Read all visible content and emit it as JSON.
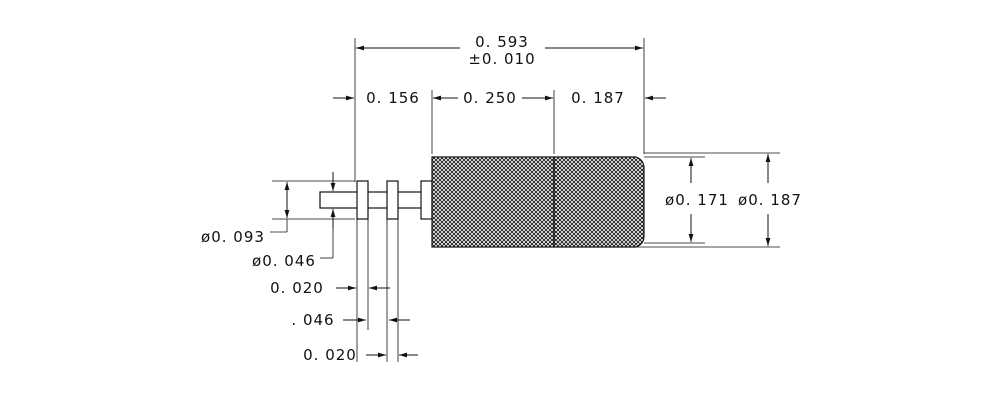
{
  "drawing": {
    "overall_length": "0. 593",
    "overall_tolerance": "±0. 010",
    "dim_a": "0. 156",
    "dim_b": "0. 250",
    "dim_c": "0. 187",
    "dia_inner_body": "ø0. 171",
    "dia_outer_body": "ø0. 187",
    "dia_flange": "ø0. 093",
    "dia_pin": "ø0. 046",
    "flange_thickness_1": "0. 020",
    "flange_gap": ". 046",
    "flange_thickness_2": "0. 020"
  }
}
